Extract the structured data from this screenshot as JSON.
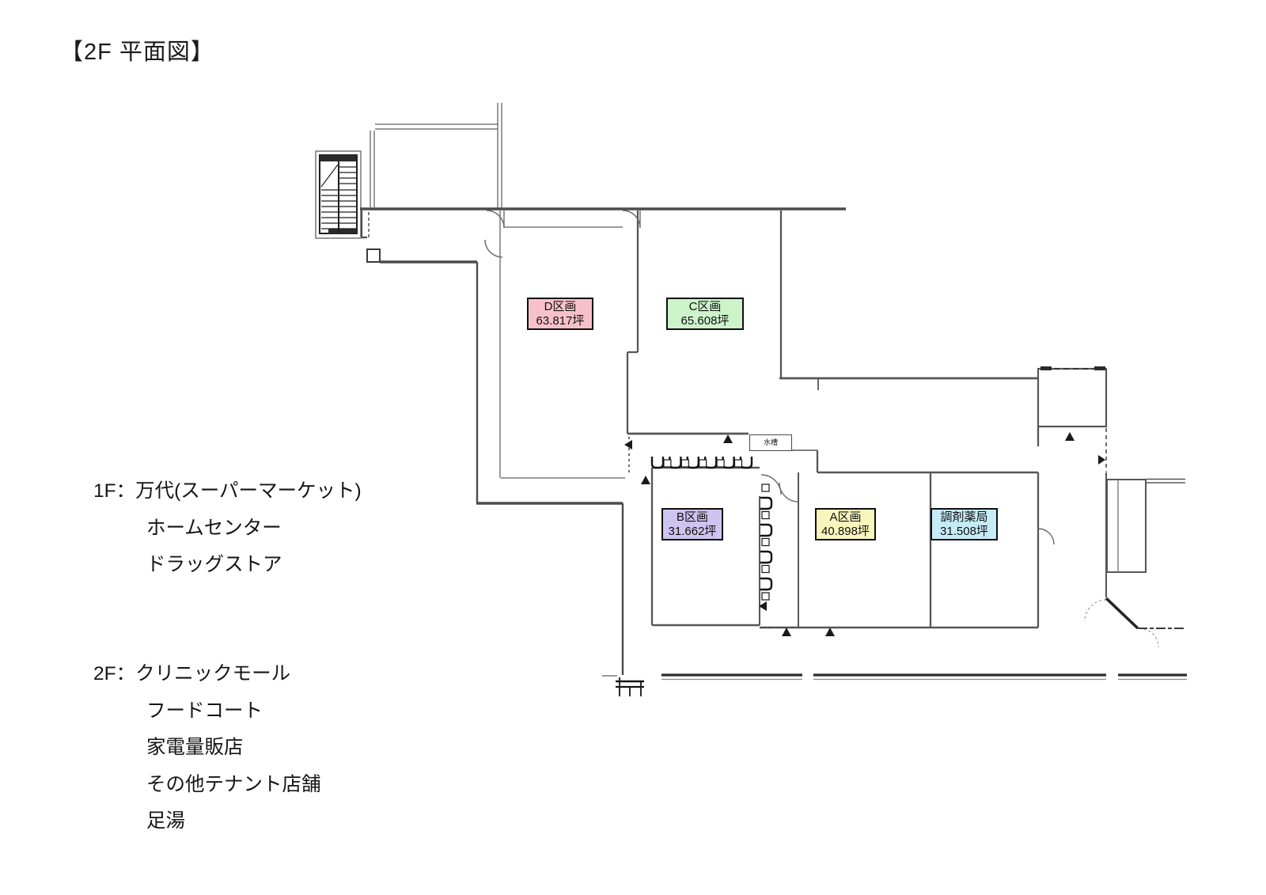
{
  "page": {
    "title": "【2F 平面図】"
  },
  "zones": [
    {
      "name": "D区画",
      "area": "63.817坪",
      "color": "#f7c1cc"
    },
    {
      "name": "C区画",
      "area": "65.608坪",
      "color": "#cdf3cb"
    },
    {
      "name": "B区画",
      "area": "31.662坪",
      "color": "#cfc3ef"
    },
    {
      "name": "A区画",
      "area": "40.898坪",
      "color": "#f9f5bd"
    },
    {
      "name": "調剤薬局",
      "area": "31.508坪",
      "color": "#c5ecf6"
    }
  ],
  "plan": {
    "water_tank_label": "水槽"
  },
  "legend": {
    "floor1": {
      "label": "1F：",
      "items": [
        "万代(スーパーマーケット)",
        "ホームセンター",
        "ドラッグストア"
      ]
    },
    "floor2": {
      "label": "2F：",
      "items": [
        "クリニックモール",
        "フードコート",
        "家電量販店",
        "その他テナント店舗",
        "足湯"
      ]
    }
  },
  "colors": {
    "wall": "#555555",
    "detail": "#1f1f1f",
    "label_border": "#0f0f0f"
  }
}
